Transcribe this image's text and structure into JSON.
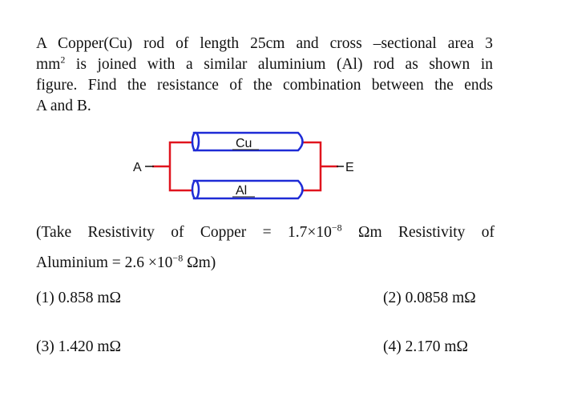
{
  "question": {
    "line1": "A Copper(Cu) rod of length 25cm and cross –sectional area 3",
    "line2_pre": "mm",
    "line2_sup": "2",
    "line2_post": " is joined with a similar aluminium (Al) rod as shown in",
    "line3": "figure. Find the resistance of the combination between the ends",
    "line4": "A and B."
  },
  "figure": {
    "label_cu": "Cu",
    "label_al": "Al",
    "label_left": "A",
    "label_right": "E",
    "colors": {
      "rod": "#1e2bd6",
      "wire": "#e0141e"
    }
  },
  "given": {
    "copper_text": "(Take Resistivity of Copper",
    "copper_eq": "=",
    "copper_mant": "1.7×10",
    "copper_exp": "−8",
    "copper_unit": "Ωm",
    "al_lead": "Resistivity",
    "al_of": "of",
    "al_name": "Aluminium = 2.6 ×10",
    "al_exp": "−8",
    "al_unit": " Ωm)"
  },
  "options": [
    {
      "num": "(1)",
      "value": "0.858 mΩ"
    },
    {
      "num": "(2)",
      "value": "0.0858 mΩ"
    },
    {
      "num": "(3)",
      "value": "1.420 mΩ"
    },
    {
      "num": "(4)",
      "value": "2.170 mΩ"
    }
  ]
}
